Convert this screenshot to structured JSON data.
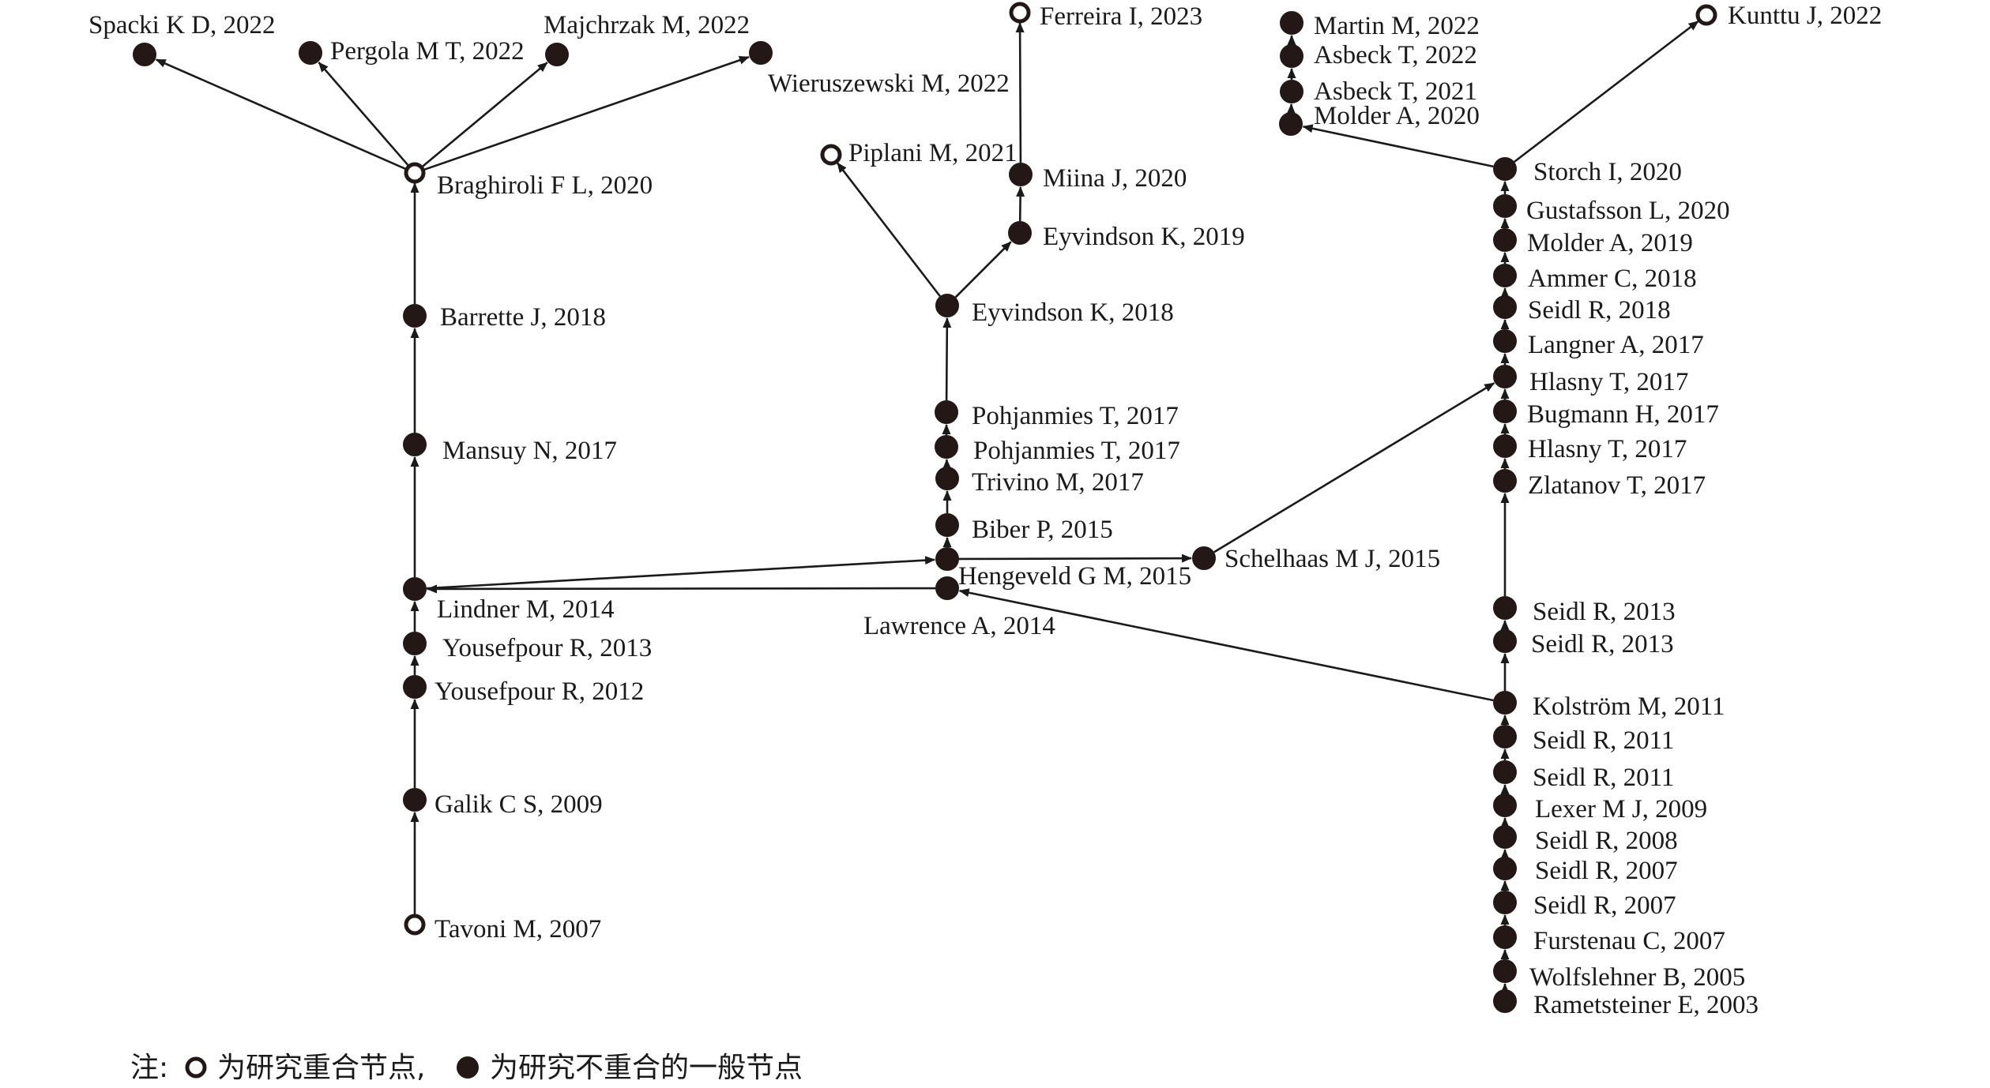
{
  "nodes": [
    {
      "id": "spacki2022",
      "label": "Spacki K D, 2022",
      "kind": "general"
    },
    {
      "id": "pergola2022",
      "label": "Pergola M T, 2022",
      "kind": "general"
    },
    {
      "id": "majchrzak2022",
      "label": "Majchrzak M, 2022",
      "kind": "general"
    },
    {
      "id": "wieruszewski2022",
      "label": "Wieruszewski M, 2022",
      "kind": "general"
    },
    {
      "id": "braghiroli2020",
      "label": "Braghiroli F L, 2020",
      "kind": "overlap"
    },
    {
      "id": "barrette2018",
      "label": "Barrette J, 2018",
      "kind": "general"
    },
    {
      "id": "mansuy2017",
      "label": "Mansuy N, 2017",
      "kind": "general"
    },
    {
      "id": "lindner2014",
      "label": "Lindner M, 2014",
      "kind": "general"
    },
    {
      "id": "yousefpour2013",
      "label": "Yousefpour R, 2013",
      "kind": "general"
    },
    {
      "id": "yousefpour2012",
      "label": "Yousefpour R, 2012",
      "kind": "general"
    },
    {
      "id": "galik2009",
      "label": "Galik C S, 2009",
      "kind": "general"
    },
    {
      "id": "tavoni2007",
      "label": "Tavoni M, 2007",
      "kind": "overlap"
    },
    {
      "id": "ferreira2023",
      "label": "Ferreira I, 2023",
      "kind": "overlap"
    },
    {
      "id": "piplani2021",
      "label": "Piplani M, 2021",
      "kind": "overlap"
    },
    {
      "id": "miina2020",
      "label": "Miina J, 2020",
      "kind": "general"
    },
    {
      "id": "eyvindson2019",
      "label": "Eyvindson K, 2019",
      "kind": "general"
    },
    {
      "id": "eyvindson2018",
      "label": "Eyvindson K, 2018",
      "kind": "general"
    },
    {
      "id": "pohjanmies2017a",
      "label": "Pohjanmies T, 2017",
      "kind": "general"
    },
    {
      "id": "pohjanmies2017b",
      "label": "Pohjanmies T, 2017",
      "kind": "general"
    },
    {
      "id": "trivino2017",
      "label": "Trivino M, 2017",
      "kind": "general"
    },
    {
      "id": "biber2015",
      "label": "Biber P, 2015",
      "kind": "general"
    },
    {
      "id": "hengeveld2015",
      "label": "Hengeveld G M, 2015",
      "kind": "general"
    },
    {
      "id": "lawrence2014",
      "label": "Lawrence A, 2014",
      "kind": "general"
    },
    {
      "id": "schelhaas2015",
      "label": "Schelhaas M J, 2015",
      "kind": "general"
    },
    {
      "id": "martin2022",
      "label": "Martin M, 2022",
      "kind": "general"
    },
    {
      "id": "asbeck2022",
      "label": "Asbeck T, 2022",
      "kind": "general"
    },
    {
      "id": "asbeck2021",
      "label": "Asbeck T, 2021",
      "kind": "general"
    },
    {
      "id": "molder2020",
      "label": "Molder A, 2020",
      "kind": "general"
    },
    {
      "id": "kunttu2022",
      "label": "Kunttu J, 2022",
      "kind": "overlap"
    },
    {
      "id": "storch2020",
      "label": "Storch I, 2020",
      "kind": "general"
    },
    {
      "id": "gustafsson2020",
      "label": "Gustafsson L, 2020",
      "kind": "general"
    },
    {
      "id": "molder2019",
      "label": "Molder A, 2019",
      "kind": "general"
    },
    {
      "id": "ammer2018",
      "label": "Ammer C, 2018",
      "kind": "general"
    },
    {
      "id": "seidl2018",
      "label": "Seidl R, 2018",
      "kind": "general"
    },
    {
      "id": "langner2017",
      "label": "Langner A, 2017",
      "kind": "general"
    },
    {
      "id": "hlasny2017a",
      "label": "Hlasny T, 2017",
      "kind": "general"
    },
    {
      "id": "bugmann2017",
      "label": "Bugmann H, 2017",
      "kind": "general"
    },
    {
      "id": "hlasny2017b",
      "label": "Hlasny T, 2017",
      "kind": "general"
    },
    {
      "id": "zlatanov2017",
      "label": "Zlatanov T, 2017",
      "kind": "general"
    },
    {
      "id": "seidl2013a",
      "label": "Seidl R, 2013",
      "kind": "general"
    },
    {
      "id": "seidl2013b",
      "label": "Seidl R, 2013",
      "kind": "general"
    },
    {
      "id": "kolstrom2011",
      "label": "Kolström M, 2011",
      "kind": "general"
    },
    {
      "id": "seidl2011a",
      "label": "Seidl R, 2011",
      "kind": "general"
    },
    {
      "id": "seidl2011b",
      "label": "Seidl R, 2011",
      "kind": "general"
    },
    {
      "id": "lexer2009",
      "label": "Lexer M J, 2009",
      "kind": "general"
    },
    {
      "id": "seidl2008",
      "label": "Seidl R, 2008",
      "kind": "general"
    },
    {
      "id": "seidl2007a",
      "label": "Seidl R, 2007",
      "kind": "general"
    },
    {
      "id": "seidl2007b",
      "label": "Seidl R, 2007",
      "kind": "general"
    },
    {
      "id": "furstenau2007",
      "label": "Furstenau C, 2007",
      "kind": "general"
    },
    {
      "id": "wolfslehner2005",
      "label": "Wolfslehner B, 2005",
      "kind": "general"
    },
    {
      "id": "rametsteiner2003",
      "label": "Rametsteiner E, 2003",
      "kind": "general"
    }
  ],
  "edges": [
    [
      "tavoni2007",
      "galik2009"
    ],
    [
      "galik2009",
      "yousefpour2012"
    ],
    [
      "yousefpour2012",
      "yousefpour2013"
    ],
    [
      "yousefpour2013",
      "lindner2014"
    ],
    [
      "lindner2014",
      "mansuy2017"
    ],
    [
      "mansuy2017",
      "barrette2018"
    ],
    [
      "barrette2018",
      "braghiroli2020"
    ],
    [
      "braghiroli2020",
      "spacki2022"
    ],
    [
      "braghiroli2020",
      "pergola2022"
    ],
    [
      "braghiroli2020",
      "majchrzak2022"
    ],
    [
      "braghiroli2020",
      "wieruszewski2022"
    ],
    [
      "lindner2014",
      "hengeveld2015"
    ],
    [
      "lawrence2014",
      "lindner2014"
    ],
    [
      "hengeveld2015",
      "schelhaas2015"
    ],
    [
      "hengeveld2015",
      "biber2015"
    ],
    [
      "biber2015",
      "trivino2017"
    ],
    [
      "trivino2017",
      "pohjanmies2017b"
    ],
    [
      "pohjanmies2017b",
      "pohjanmies2017a"
    ],
    [
      "pohjanmies2017a",
      "eyvindson2018"
    ],
    [
      "eyvindson2018",
      "piplani2021"
    ],
    [
      "eyvindson2018",
      "eyvindson2019"
    ],
    [
      "eyvindson2019",
      "miina2020"
    ],
    [
      "miina2020",
      "ferreira2023"
    ],
    [
      "schelhaas2015",
      "hlasny2017a"
    ],
    [
      "kolstrom2011",
      "lawrence2014"
    ],
    [
      "rametsteiner2003",
      "wolfslehner2005"
    ],
    [
      "wolfslehner2005",
      "furstenau2007"
    ],
    [
      "furstenau2007",
      "seidl2007b"
    ],
    [
      "seidl2007b",
      "seidl2007a"
    ],
    [
      "seidl2007a",
      "seidl2008"
    ],
    [
      "seidl2008",
      "lexer2009"
    ],
    [
      "lexer2009",
      "seidl2011b"
    ],
    [
      "seidl2011b",
      "seidl2011a"
    ],
    [
      "seidl2011a",
      "kolstrom2011"
    ],
    [
      "kolstrom2011",
      "seidl2013b"
    ],
    [
      "seidl2013b",
      "seidl2013a"
    ],
    [
      "seidl2013a",
      "zlatanov2017"
    ],
    [
      "zlatanov2017",
      "hlasny2017b"
    ],
    [
      "hlasny2017b",
      "bugmann2017"
    ],
    [
      "bugmann2017",
      "hlasny2017a"
    ],
    [
      "hlasny2017a",
      "langner2017"
    ],
    [
      "langner2017",
      "seidl2018"
    ],
    [
      "seidl2018",
      "ammer2018"
    ],
    [
      "ammer2018",
      "molder2019"
    ],
    [
      "molder2019",
      "gustafsson2020"
    ],
    [
      "gustafsson2020",
      "storch2020"
    ],
    [
      "storch2020",
      "kunttu2022"
    ],
    [
      "storch2020",
      "molder2020"
    ],
    [
      "molder2020",
      "asbeck2021"
    ],
    [
      "asbeck2021",
      "asbeck2022"
    ],
    [
      "asbeck2022",
      "martin2022"
    ]
  ],
  "legend": {
    "prefix": "注:",
    "overlap_text": "为研究重合节点,",
    "general_text": "为研究不重合的一般节点"
  }
}
